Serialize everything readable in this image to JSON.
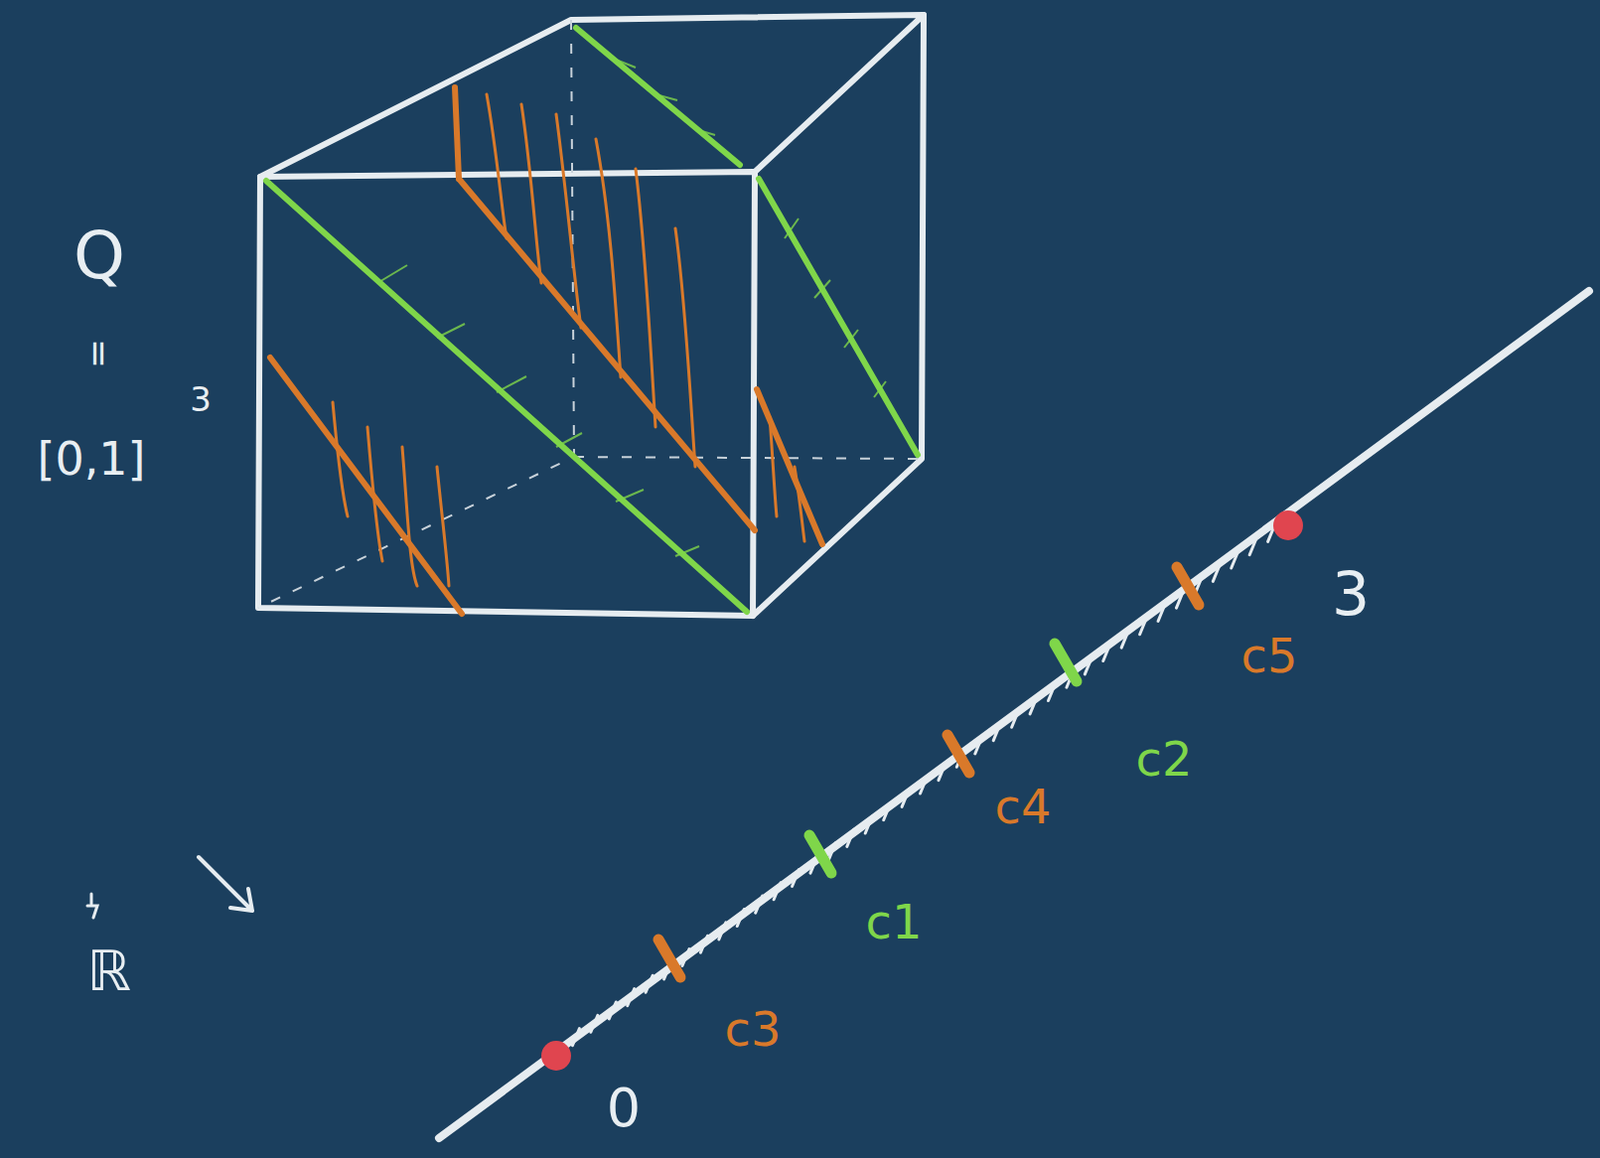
{
  "diagram": {
    "labels": [
      "Q",
      "=",
      "[0,1]",
      "3",
      "ℝ",
      "0",
      "3",
      "c3",
      "c1",
      "c4",
      "c2",
      "c5"
    ]
  }
}
